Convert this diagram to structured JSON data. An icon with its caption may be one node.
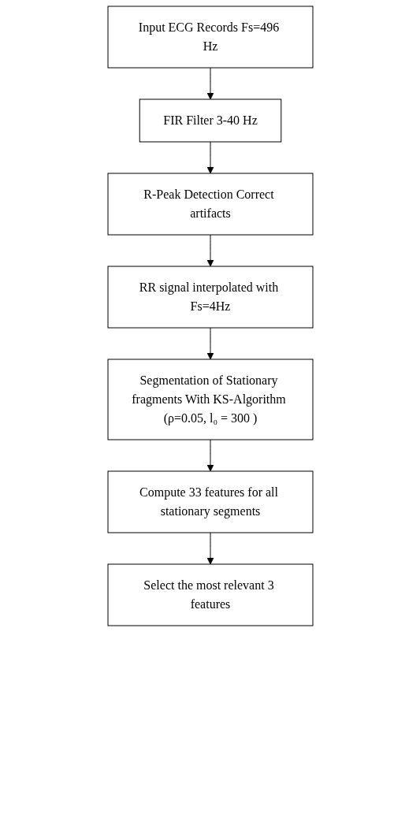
{
  "diagram": {
    "nodes": [
      {
        "text": [
          "Input ECG Records Fs=496 Hz"
        ]
      },
      {
        "text": [
          "FIR Filter 3-40 Hz"
        ]
      },
      {
        "text": [
          "R-Peak Detection Correct artifacts"
        ]
      },
      {
        "text": [
          "RR signal interpolated with Fs=4Hz"
        ]
      },
      {
        "text": [
          "Segmentation of Stationary fragments With KS-Algorithm (ρ=0.05, l₀ = 300 )"
        ]
      },
      {
        "text": [
          "Compute 33 features for all stationary segments"
        ]
      },
      {
        "text": [
          "Select the most relevant 3 features"
        ]
      }
    ],
    "edges": [
      {
        "from": 0,
        "to": 1,
        "arrow": "to"
      },
      {
        "from": 1,
        "to": 2,
        "arrow": "to"
      },
      {
        "from": 2,
        "to": 3,
        "arrow": "to"
      },
      {
        "from": 3,
        "to": 4,
        "arrow": "to"
      },
      {
        "from": 4,
        "to": 5,
        "arrow": "to"
      },
      {
        "from": 5,
        "to": 6,
        "arrow": "to"
      }
    ]
  }
}
